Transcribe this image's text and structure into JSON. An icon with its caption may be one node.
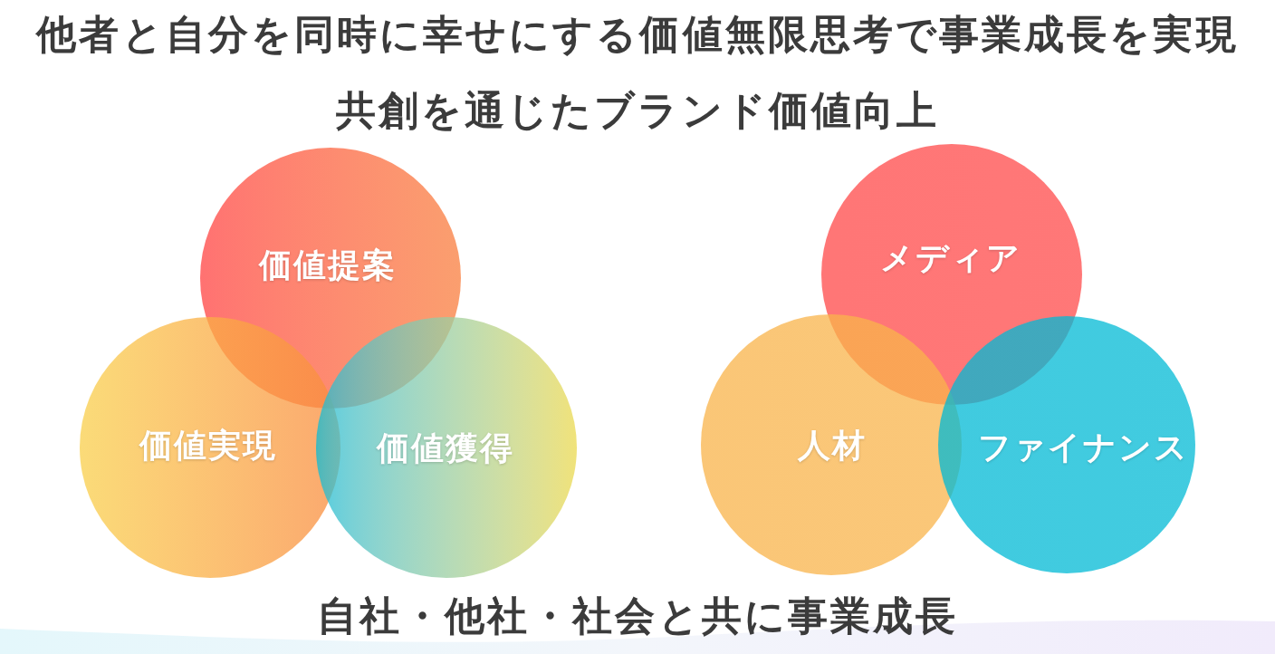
{
  "diagram": {
    "title": "他者と自分を同時に幸せにする価値無限思考で事業成長を実現",
    "nodes": [
      {
        "text": [
          "価値提案"
        ]
      },
      {
        "text": [
          "価値実現"
        ]
      },
      {
        "text": [
          "価値獲得"
        ]
      },
      {
        "text": [
          "メディア"
        ]
      },
      {
        "text": [
          "人材"
        ]
      },
      {
        "text": [
          "ファイナンス"
        ]
      }
    ],
    "labels": [
      "共創を通じたブランド価値向上",
      "自社・他社・社会と共に事業成長"
    ]
  }
}
